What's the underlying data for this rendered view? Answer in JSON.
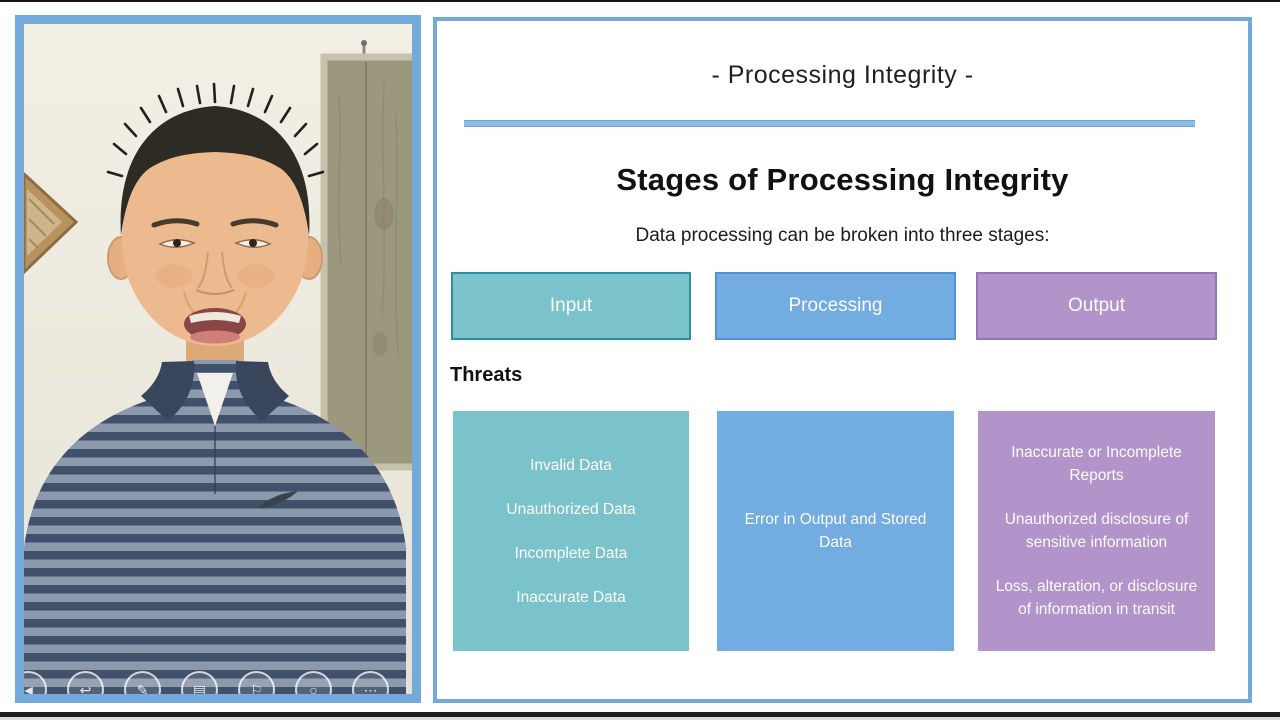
{
  "slide": {
    "kicker": "- Processing Integrity -",
    "title": "Stages of Processing Integrity",
    "subtitle": "Data processing can be broken into three stages:",
    "threats_label": "Threats",
    "stages": [
      {
        "label": "Input"
      },
      {
        "label": "Processing"
      },
      {
        "label": "Output"
      }
    ],
    "threat_columns": [
      {
        "stage": "Input",
        "items": [
          "Invalid Data",
          "Unauthorized Data",
          "Incomplete Data",
          "Inaccurate Data"
        ]
      },
      {
        "stage": "Processing",
        "items": [
          "Error in Output and Stored Data"
        ]
      },
      {
        "stage": "Output",
        "items": [
          "Inaccurate or Incomplete Reports",
          "Unauthorized disclosure of sensitive information",
          "Loss, alteration, or disclosure of information in transit"
        ]
      }
    ],
    "colors": {
      "frame_blue": "#73a9db",
      "divider_blue": "#8fbbe4",
      "input_fill": "#7bc3cb",
      "input_border": "#2f8f9f",
      "processing_fill": "#73ace0",
      "processing_border": "#5191d6",
      "output_fill": "#b294cb",
      "output_border": "#9377b5"
    }
  },
  "webcam": {
    "controls": [
      {
        "name": "prev-slide-icon",
        "glyph": "◄"
      },
      {
        "name": "next-slide-icon",
        "glyph": "↩"
      },
      {
        "name": "pen-icon",
        "glyph": "✎"
      },
      {
        "name": "all-slides-icon",
        "glyph": "▤"
      },
      {
        "name": "zoom-slide-icon",
        "glyph": "⚐"
      },
      {
        "name": "captions-icon",
        "glyph": "○"
      },
      {
        "name": "more-options-icon",
        "glyph": "⋯"
      }
    ]
  }
}
